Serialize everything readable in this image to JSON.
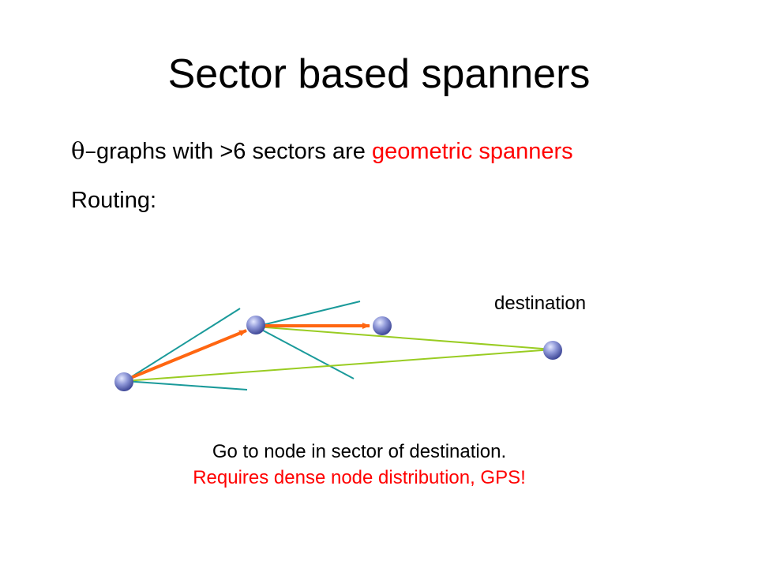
{
  "title": "Sector based spanners",
  "bullet1": {
    "theta": "θ–",
    "text": "graphs with >6 sectors are ",
    "highlight": "geometric spanners"
  },
  "bullet2": "Routing:",
  "diagram": {
    "destination_label": "destination",
    "colors": {
      "sector_line": "#1a9a9a",
      "destination_line": "#99cc22",
      "route_arrow": "#ff6611",
      "node_fill": "#7f88cc"
    }
  },
  "caption": {
    "line1": "Go to node in sector of destination.",
    "line2": "Requires dense node distribution, GPS!"
  },
  "colors": {
    "accent": "#ff0000"
  }
}
